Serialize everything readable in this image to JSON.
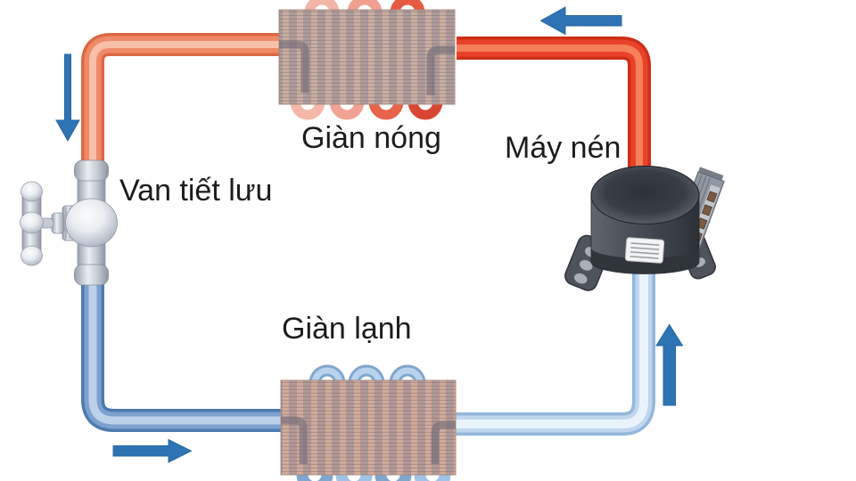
{
  "diagram": {
    "type": "refrigeration-cycle",
    "labels": {
      "condenser": "Giàn nóng",
      "compressor": "Máy nén",
      "expansion_valve": "Van tiết lưu",
      "evaporator": "Giàn lạnh"
    },
    "flow_arrows": [
      {
        "name": "condenser-to-valve",
        "direction": "down"
      },
      {
        "name": "compressor-to-condenser",
        "direction": "left"
      },
      {
        "name": "valve-to-evaporator",
        "direction": "right"
      },
      {
        "name": "evaporator-to-compressor",
        "direction": "up"
      }
    ],
    "colors": {
      "hot_pipe": "#e8432a",
      "warm_pipe": "#ef8a68",
      "cold_pipe": "#5b87c0",
      "cool_pipe": "#bed6ee",
      "arrow": "#2e74b5",
      "coil_block": "#cdb0a0",
      "hot_loop": "#e55b42",
      "cold_loop": "#9fc2e6",
      "compressor_body": "#474b54",
      "valve_metal": "#ccd1d9",
      "text": "#1c1c1c",
      "background": "#ffffff"
    }
  }
}
